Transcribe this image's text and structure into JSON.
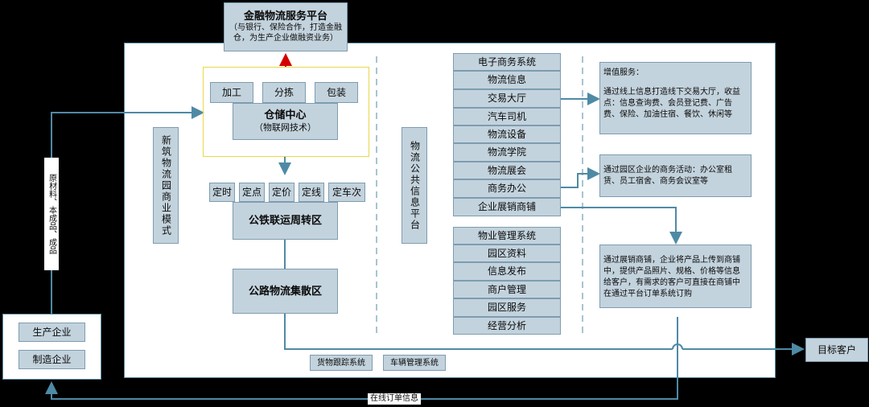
{
  "financial": {
    "title": "金融物流服务平台",
    "desc": "（与银行、保险合作，打造金融仓，为生产企业做融资业务）"
  },
  "warehouse": {
    "ops": [
      "加工",
      "分拣",
      "包装"
    ],
    "title": "仓储中心",
    "subtitle": "（物联网技术）"
  },
  "business_model": "新筑物流园商业模式",
  "rail": {
    "tabs": [
      "定时",
      "定点",
      "定价",
      "定线",
      "定车次"
    ],
    "title": "公铁联运周转区"
  },
  "highway": "公路物流集散区",
  "public_platform": "物流公共信息平台",
  "ecommerce": {
    "title": "电子商务系统",
    "items": [
      "物流信息",
      "交易大厅",
      "汽车司机",
      "物流设备",
      "物流学院",
      "物流展会",
      "商务办公",
      "企业展销商铺"
    ]
  },
  "property": {
    "title": "物业管理系统",
    "items": [
      "园区资料",
      "信息发布",
      "商户管理",
      "园区服务",
      "经营分析"
    ]
  },
  "tracking": [
    "货物跟踪系统",
    "车辆管理系统"
  ],
  "value_added": {
    "title": "增值服务：",
    "text": "通过线上信息打造线下交易大厅，收益点：信息查询费、会员登记费、广告费、保险、加油住宿、餐饮、休闲等"
  },
  "office_note": "通过园区企业的商务活动：办公室租赁、员工宿舍、商务会议室等",
  "shop_note": "通过展销商铺，企业将产品上传到商铺中，提供产品照片、规格、价格等信息给客户，有需求的客户可直接在商铺中在通过平台订单系统订购",
  "enterprises": [
    "生产企业",
    "制造企业"
  ],
  "materials": "原材料、本成品、成品",
  "target": "目标客户",
  "order_info": "在线订单信息",
  "colors": {
    "box_fill": "#c3d3dd",
    "line": "#4f8aa5",
    "accent_red": "#d40000",
    "highlight": "#e8d84a"
  }
}
